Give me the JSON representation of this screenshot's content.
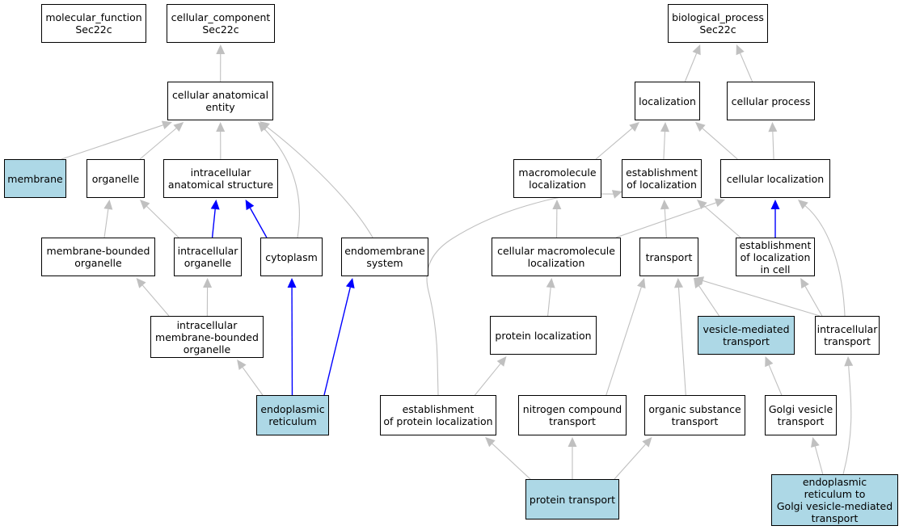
{
  "colors": {
    "edge_gray": "#c0c0c0",
    "edge_blue": "#0000ff",
    "highlight": "#add8e6",
    "node_bg": "#ffffff"
  },
  "nodes": [
    {
      "id": "mf",
      "label": "molecular_function\nSec22c",
      "hl": false
    },
    {
      "id": "cc",
      "label": "cellular_component\nSec22c",
      "hl": false
    },
    {
      "id": "cae",
      "label": "cellular anatomical\nentity",
      "hl": false
    },
    {
      "id": "mem",
      "label": "membrane",
      "hl": true
    },
    {
      "id": "org",
      "label": "organelle",
      "hl": false
    },
    {
      "id": "ias",
      "label": "intracellular\nanatomical structure",
      "hl": false
    },
    {
      "id": "mbo",
      "label": "membrane-bounded\norganelle",
      "hl": false
    },
    {
      "id": "io",
      "label": "intracellular\norganelle",
      "hl": false
    },
    {
      "id": "cyt",
      "label": "cytoplasm",
      "hl": false
    },
    {
      "id": "ems",
      "label": "endomembrane\nsystem",
      "hl": false
    },
    {
      "id": "imbo",
      "label": "intracellular\nmembrane-bounded\norganelle",
      "hl": false
    },
    {
      "id": "er",
      "label": "endoplasmic\nreticulum",
      "hl": true
    },
    {
      "id": "bp",
      "label": "biological_process\nSec22c",
      "hl": false
    },
    {
      "id": "loc",
      "label": "localization",
      "hl": false
    },
    {
      "id": "cp",
      "label": "cellular process",
      "hl": false
    },
    {
      "id": "ml",
      "label": "macromolecule\nlocalization",
      "hl": false
    },
    {
      "id": "eol",
      "label": "establishment\nof localization",
      "hl": false
    },
    {
      "id": "cl",
      "label": "cellular localization",
      "hl": false
    },
    {
      "id": "cml",
      "label": "cellular macromolecule\nlocalization",
      "hl": false
    },
    {
      "id": "tr",
      "label": "transport",
      "hl": false
    },
    {
      "id": "eolc",
      "label": "establishment\nof localization\nin cell",
      "hl": false
    },
    {
      "id": "pl",
      "label": "protein localization",
      "hl": false
    },
    {
      "id": "vmt",
      "label": "vesicle-mediated\ntransport",
      "hl": true
    },
    {
      "id": "it",
      "label": "intracellular\ntransport",
      "hl": false
    },
    {
      "id": "epl",
      "label": "establishment\nof protein localization",
      "hl": false
    },
    {
      "id": "nct",
      "label": "nitrogen compound\ntransport",
      "hl": false
    },
    {
      "id": "ost",
      "label": "organic substance\ntransport",
      "hl": false
    },
    {
      "id": "gvt",
      "label": "Golgi vesicle\ntransport",
      "hl": false
    },
    {
      "id": "pt",
      "label": "protein transport",
      "hl": true
    },
    {
      "id": "ergt",
      "label": "endoplasmic\nreticulum to\nGolgi vesicle-mediated\ntransport",
      "hl": true
    }
  ],
  "edges": [
    {
      "from": "cae",
      "to": "cc",
      "color": "gray"
    },
    {
      "from": "mem",
      "to": "cae",
      "color": "gray"
    },
    {
      "from": "org",
      "to": "cae",
      "color": "gray"
    },
    {
      "from": "ias",
      "to": "cae",
      "color": "gray"
    },
    {
      "from": "cyt",
      "to": "cae",
      "color": "gray"
    },
    {
      "from": "ems",
      "to": "cae",
      "color": "gray"
    },
    {
      "from": "mbo",
      "to": "org",
      "color": "gray"
    },
    {
      "from": "io",
      "to": "org",
      "color": "gray"
    },
    {
      "from": "io",
      "to": "ias",
      "color": "blue"
    },
    {
      "from": "cyt",
      "to": "ias",
      "color": "blue"
    },
    {
      "from": "imbo",
      "to": "mbo",
      "color": "gray"
    },
    {
      "from": "imbo",
      "to": "io",
      "color": "gray"
    },
    {
      "from": "er",
      "to": "imbo",
      "color": "gray"
    },
    {
      "from": "er",
      "to": "cyt",
      "color": "blue"
    },
    {
      "from": "er",
      "to": "ems",
      "color": "blue"
    },
    {
      "from": "loc",
      "to": "bp",
      "color": "gray"
    },
    {
      "from": "cp",
      "to": "bp",
      "color": "gray"
    },
    {
      "from": "ml",
      "to": "loc",
      "color": "gray"
    },
    {
      "from": "eol",
      "to": "loc",
      "color": "gray"
    },
    {
      "from": "cl",
      "to": "loc",
      "color": "gray"
    },
    {
      "from": "cl",
      "to": "cp",
      "color": "gray"
    },
    {
      "from": "cml",
      "to": "ml",
      "color": "gray"
    },
    {
      "from": "cml",
      "to": "cl",
      "color": "gray"
    },
    {
      "from": "tr",
      "to": "eol",
      "color": "gray"
    },
    {
      "from": "eolc",
      "to": "eol",
      "color": "gray"
    },
    {
      "from": "eolc",
      "to": "cl",
      "color": "blue"
    },
    {
      "from": "pl",
      "to": "cml",
      "color": "gray"
    },
    {
      "from": "vmt",
      "to": "tr",
      "color": "gray"
    },
    {
      "from": "it",
      "to": "tr",
      "color": "gray"
    },
    {
      "from": "it",
      "to": "eolc",
      "color": "gray"
    },
    {
      "from": "it",
      "to": "cl",
      "color": "gray"
    },
    {
      "from": "epl",
      "to": "pl",
      "color": "gray"
    },
    {
      "from": "epl",
      "to": "eol",
      "color": "gray"
    },
    {
      "from": "nct",
      "to": "tr",
      "color": "gray"
    },
    {
      "from": "ost",
      "to": "tr",
      "color": "gray"
    },
    {
      "from": "gvt",
      "to": "vmt",
      "color": "gray"
    },
    {
      "from": "pt",
      "to": "epl",
      "color": "gray"
    },
    {
      "from": "pt",
      "to": "nct",
      "color": "gray"
    },
    {
      "from": "pt",
      "to": "ost",
      "color": "gray"
    },
    {
      "from": "ergt",
      "to": "gvt",
      "color": "gray"
    },
    {
      "from": "ergt",
      "to": "it",
      "color": "gray"
    }
  ]
}
